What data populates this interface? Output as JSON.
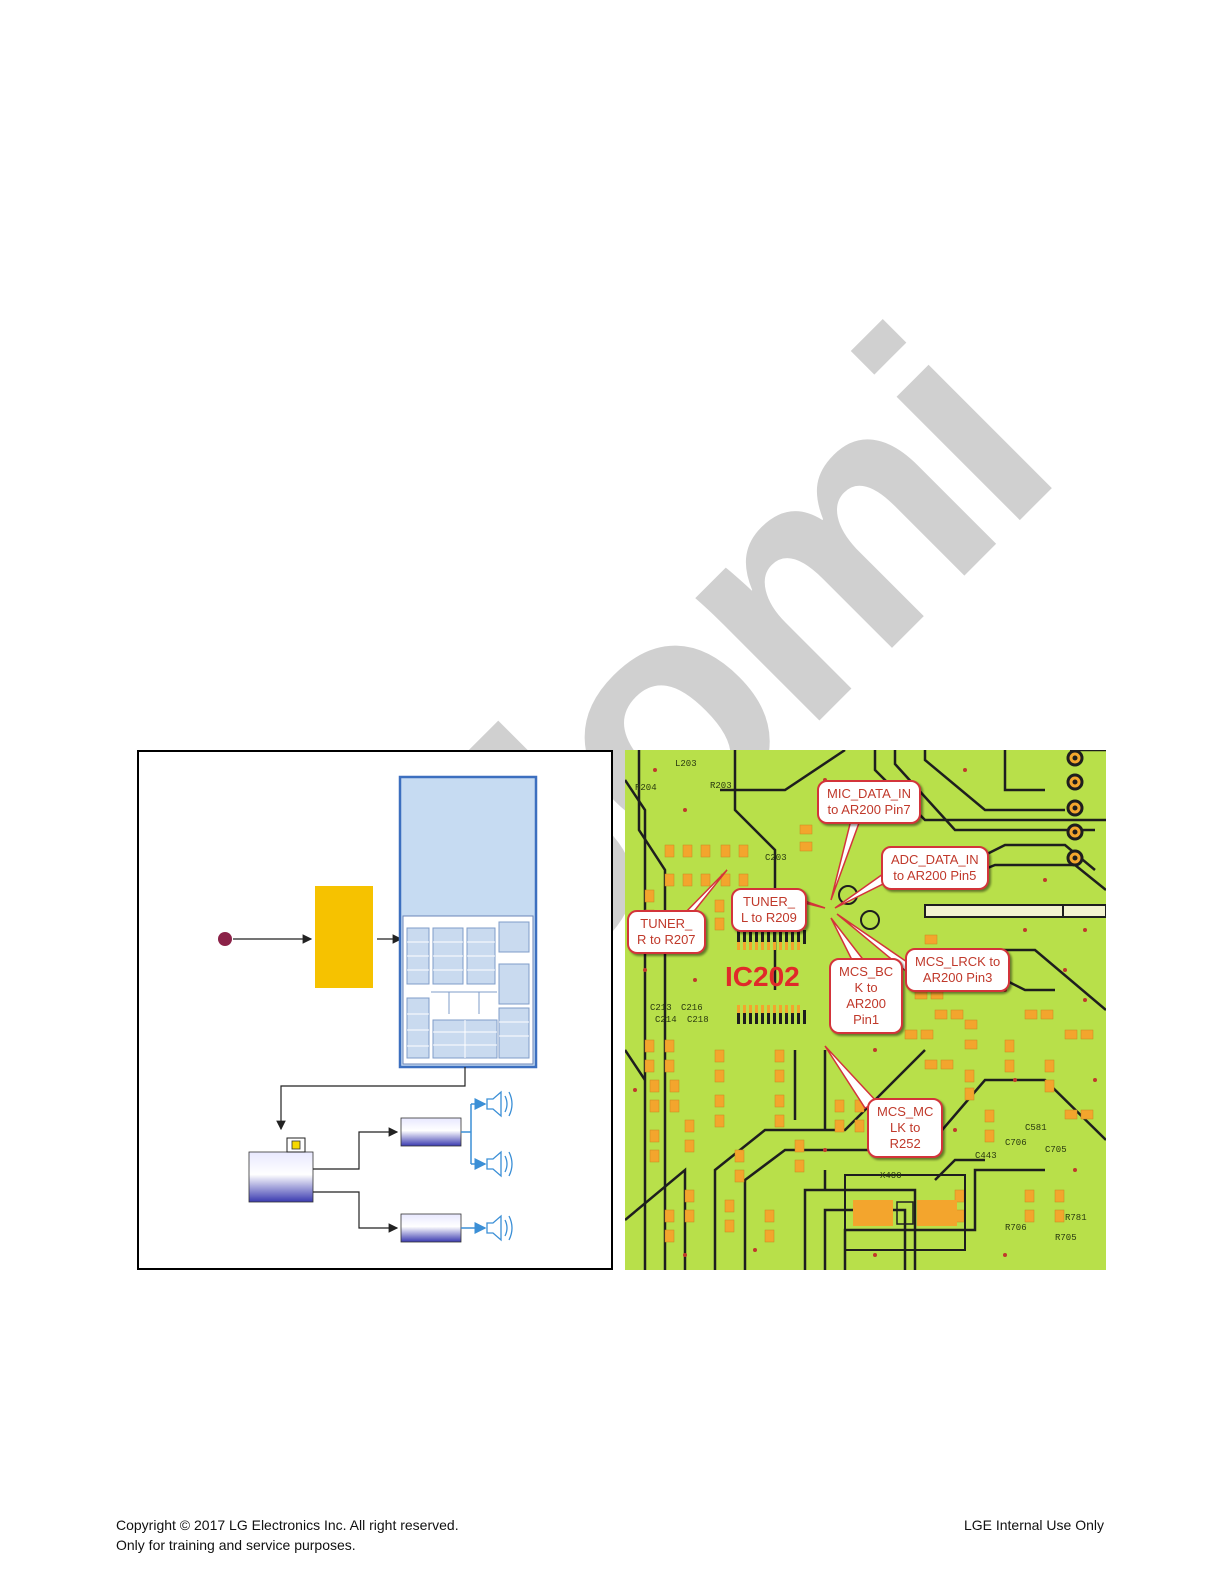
{
  "footer": {
    "copyright": "Copyright © 2017 LG Electronics Inc. All right reserved.",
    "purpose": "Only for training and service purposes.",
    "internal": "LGE Internal Use Only"
  },
  "watermark": "Jomi",
  "pcb": {
    "chip_label": "IC202",
    "callouts": [
      "MIC_DATA_IN\nto AR200 Pin7",
      "ADC_DATA_IN\nto AR200 Pin5",
      "TUNER_\nL to R209",
      "TUNER_\nR to R207",
      "MCS_BC\nK to\nAR200\nPin1",
      "MCS_LRCK to\nAR200 Pin3",
      "MCS_MC\nLK to\nR252"
    ],
    "silkscreen": [
      "R204",
      "R203",
      "L203",
      "C213",
      "C216",
      "C214",
      "C218",
      "C203",
      "C581",
      "C443",
      "X400",
      "R705",
      "R706",
      "C706",
      "C705",
      "R781"
    ]
  },
  "colors": {
    "pcb_green": "#b8e04a",
    "pad_orange": "#f3a52d",
    "trace": "#1e1e1e",
    "callout_border": "#d3343a",
    "callout_text": "#c0392b",
    "block_yellow": "#f6c200",
    "block_blue": "#c6dbf2",
    "speaker_blue": "#3b8fd6"
  }
}
